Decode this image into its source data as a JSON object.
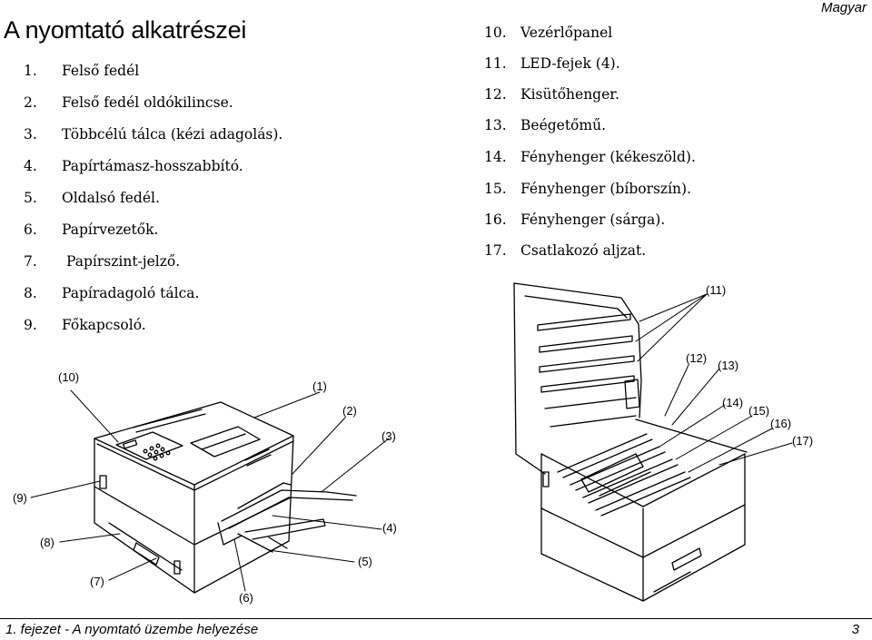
{
  "header": {
    "language": "Magyar",
    "title": "A nyomtató alkatrészei"
  },
  "parts_left": [
    {
      "num": "1.",
      "label": "Felső fedél"
    },
    {
      "num": "2.",
      "label": "Felső fedél oldókilincse."
    },
    {
      "num": "3.",
      "label": "Többcélú tálca (kézi adagolás)."
    },
    {
      "num": "4.",
      "label": "Papírtámasz-hosszabbító."
    },
    {
      "num": "5.",
      "label": "Oldalsó fedél."
    },
    {
      "num": "6.",
      "label": "Papírvezetők."
    },
    {
      "num": "7.",
      "label": "Papírszint-jelző."
    },
    {
      "num": "8.",
      "label": "Papíradagoló tálca."
    },
    {
      "num": "9.",
      "label": "Főkapcsoló."
    }
  ],
  "parts_right": [
    {
      "num": "10.",
      "label": "Vezérlőpanel"
    },
    {
      "num": "11.",
      "label": "LED-fejek (4)."
    },
    {
      "num": "12.",
      "label": "Kisütőhenger."
    },
    {
      "num": "13.",
      "label": "Beégetőmű."
    },
    {
      "num": "14.",
      "label": "Fényhenger (kékeszöld)."
    },
    {
      "num": "15.",
      "label": "Fényhenger (bíborszín)."
    },
    {
      "num": "16.",
      "label": "Fényhenger (sárga)."
    },
    {
      "num": "17.",
      "label": "Csatlakozó aljzat."
    }
  ],
  "callouts": [
    "(10)",
    "(1)",
    "(2)",
    "(3)",
    "(9)",
    "(4)",
    "(8)",
    "(5)",
    "(7)",
    "(6)",
    "(11)",
    "(12)",
    "(13)",
    "(14)",
    "(15)",
    "(16)",
    "(17)"
  ],
  "footer": {
    "chapter": "1. fejezet - A nyomtató üzembe helyezése",
    "page": "3"
  }
}
